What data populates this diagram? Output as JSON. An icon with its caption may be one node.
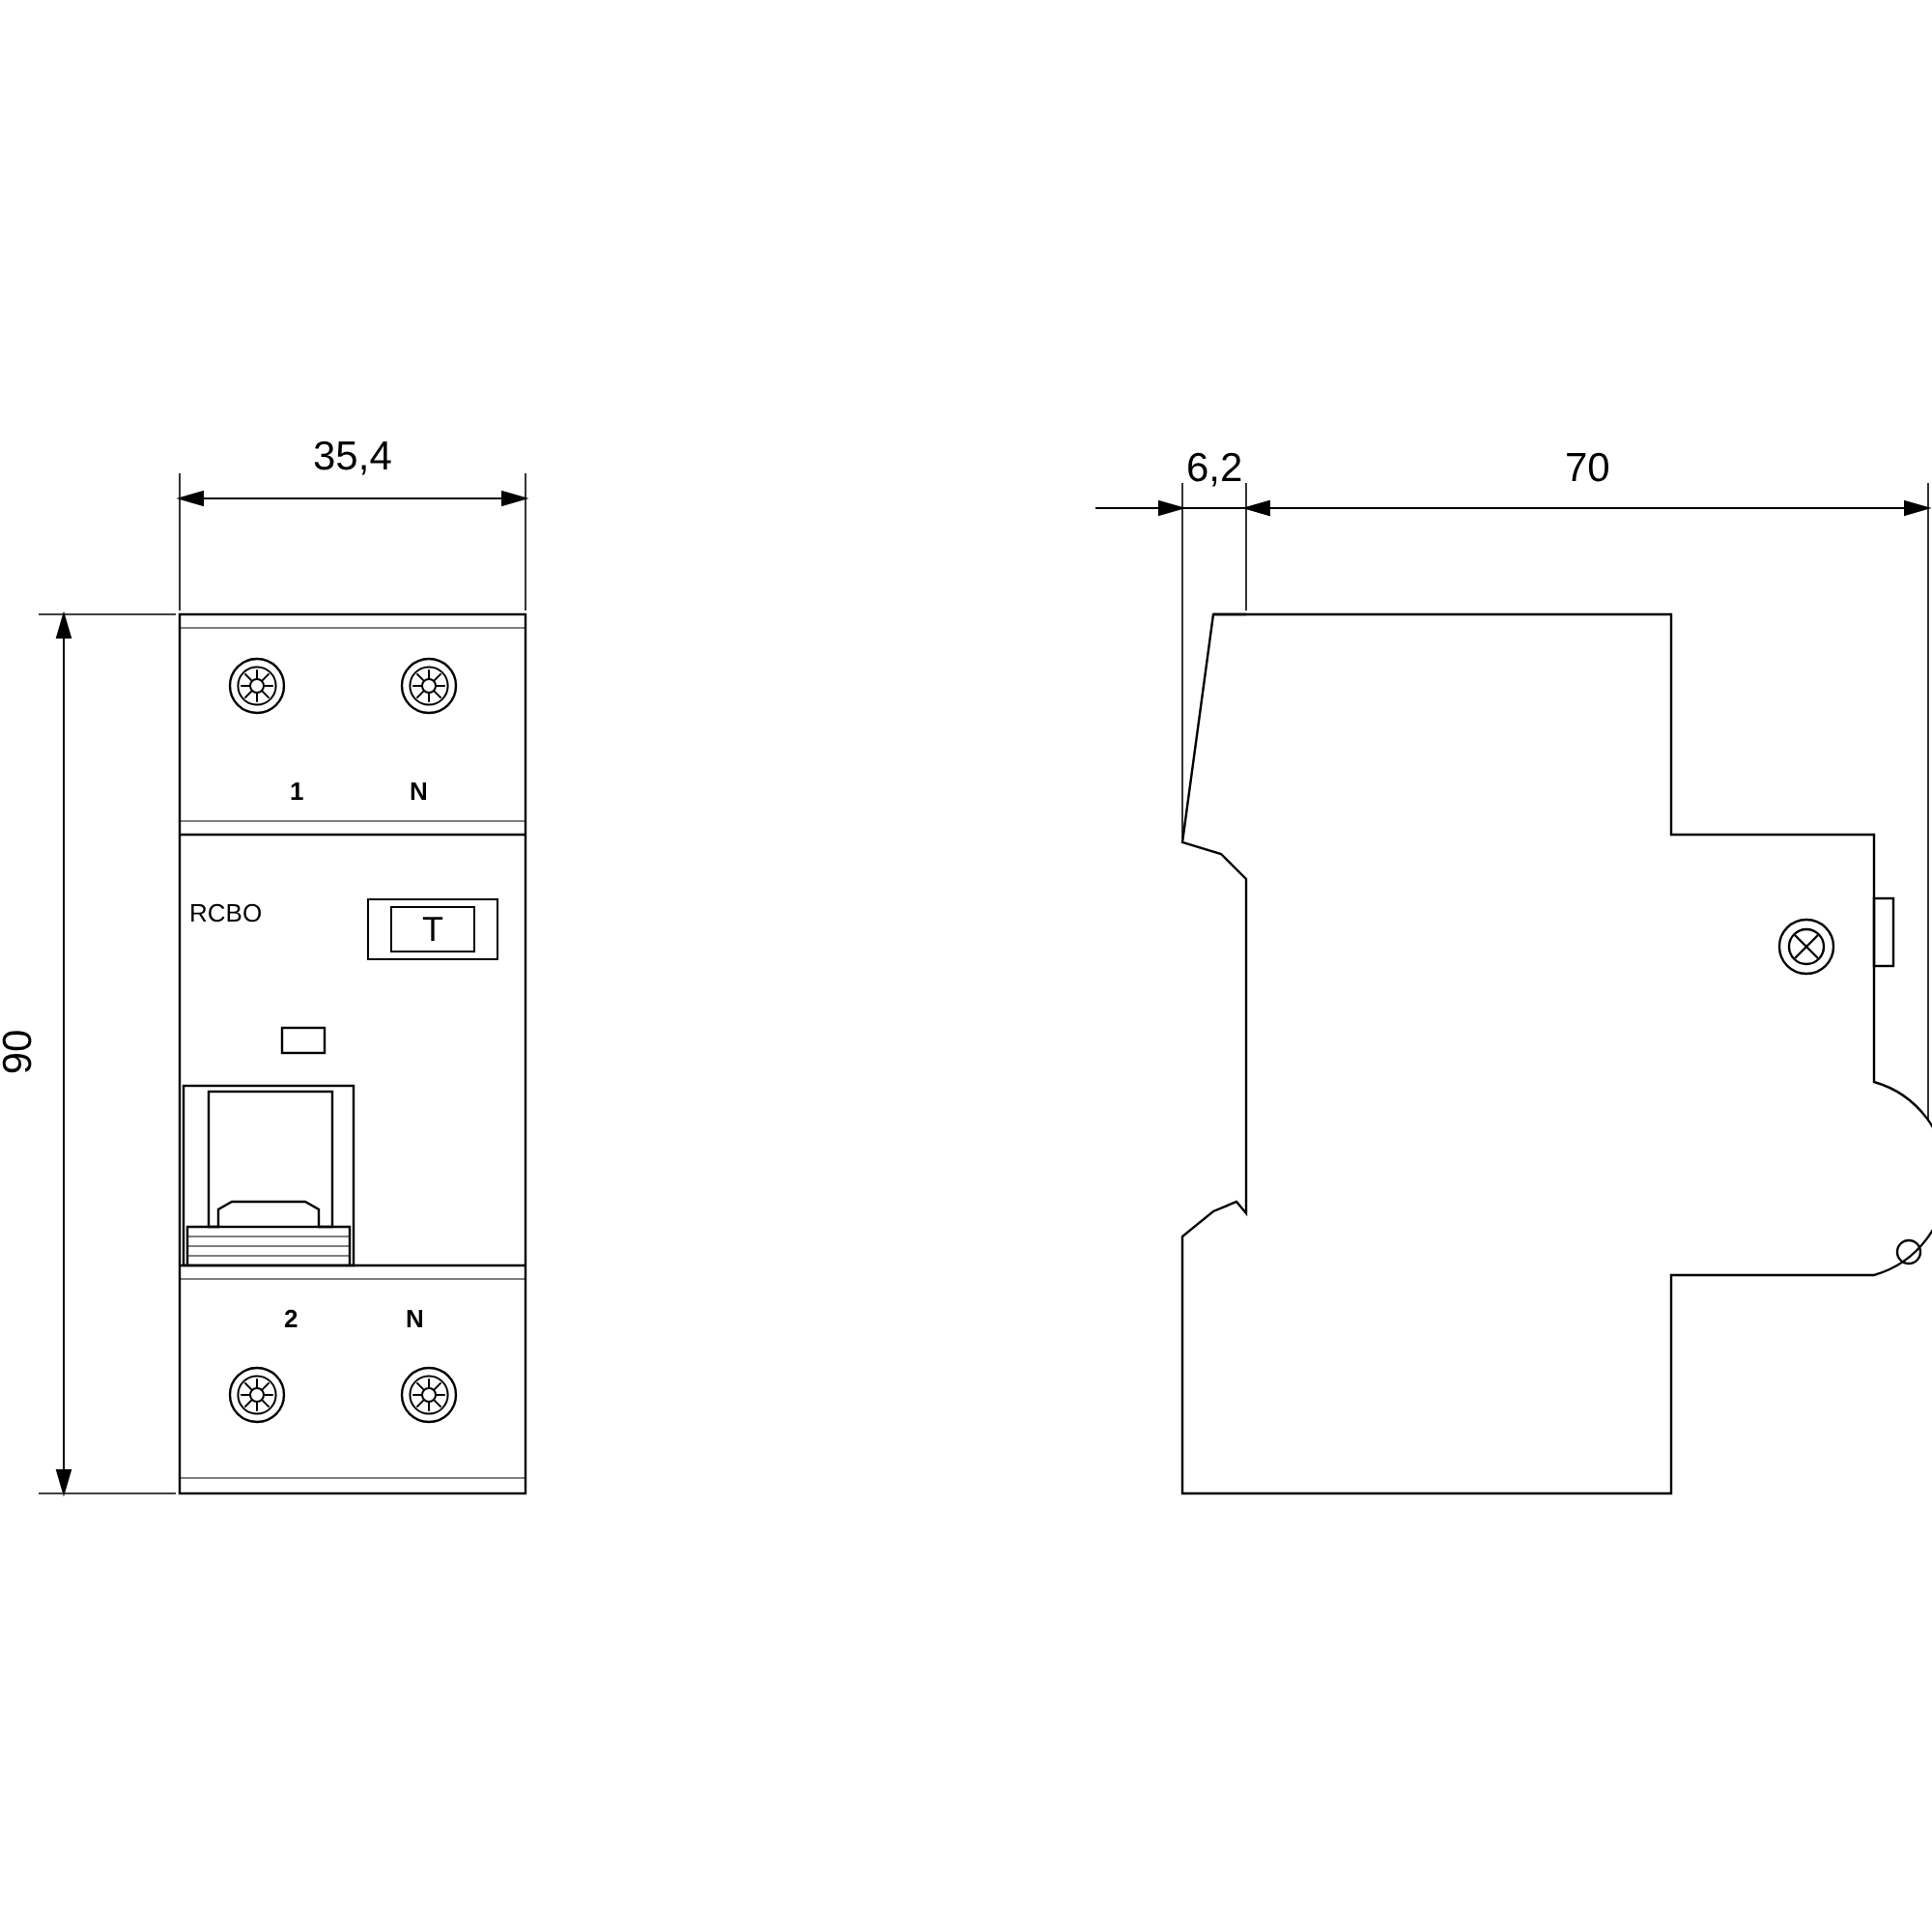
{
  "diagram": {
    "nodes": [
      {
        "text": [
          "T"
        ]
      }
    ],
    "labels": [
      "35,4",
      "6,2",
      "70",
      "1",
      "N",
      "RCBO",
      "90",
      "2",
      "N"
    ]
  }
}
